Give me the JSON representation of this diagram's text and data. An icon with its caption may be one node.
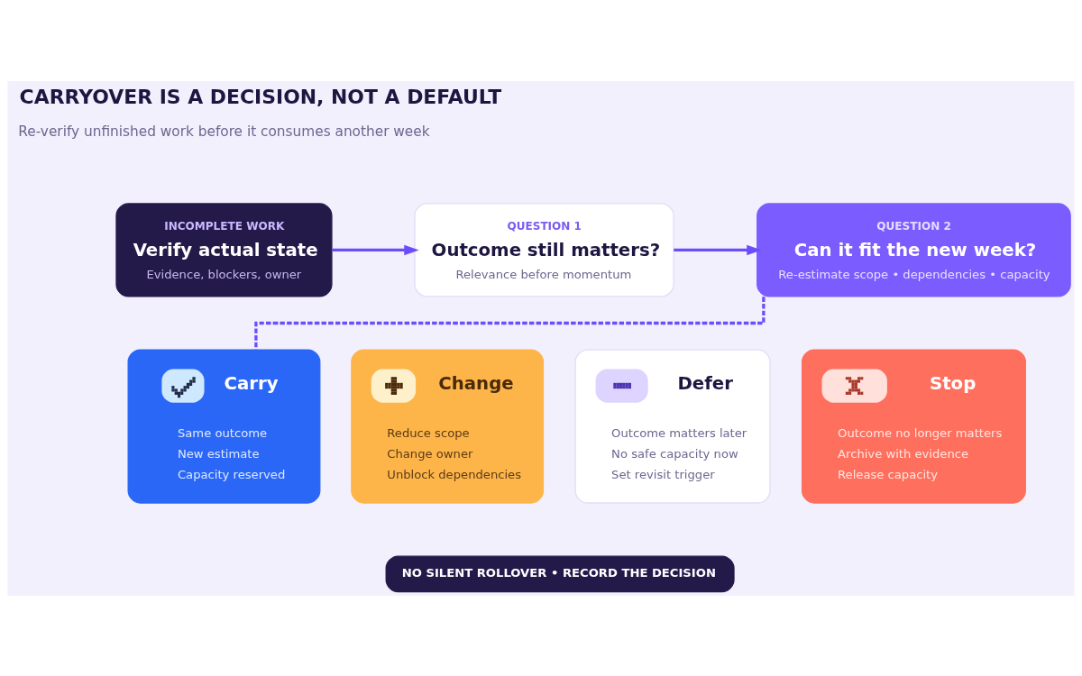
{
  "diagram": {
    "title": "CARRYOVER IS A DECISION, NOT A DEFAULT",
    "nodes": [
      {
        "text": [
          "INCOMPLETE WORK",
          "Verify actual state",
          "Evidence, blockers, owner"
        ]
      },
      {
        "text": [
          "QUESTION 1",
          "Outcome still matters?",
          "Relevance before momentum"
        ]
      },
      {
        "text": [
          "QUESTION 2",
          "Can it fit the new week?",
          "Re-estimate scope • dependencies • capacity"
        ]
      },
      {
        "text": [
          "Carry",
          "Same outcome",
          "New estimate",
          "Capacity reserved"
        ]
      },
      {
        "text": [
          "Change",
          "Reduce scope",
          "Change owner",
          "Unblock dependencies"
        ]
      },
      {
        "text": [
          "Defer",
          "Outcome matters later",
          "No safe capacity now",
          "Set revisit trigger"
        ]
      },
      {
        "text": [
          "Stop",
          "Outcome no longer matters",
          "Archive with evidence",
          "Release capacity"
        ]
      },
      {
        "text": [
          "NO SILENT ROLLOVER • RECORD THE DECISION"
        ]
      }
    ],
    "edges": [
      {
        "from": 0,
        "to": 1,
        "arrow": "to"
      },
      {
        "from": 1,
        "to": 2,
        "arrow": "to"
      },
      {
        "from": 2,
        "to": 3,
        "arrow": "none",
        "style": "dashed"
      }
    ],
    "labels": [
      "Re-verify unfinished work before it consumes another week"
    ]
  }
}
